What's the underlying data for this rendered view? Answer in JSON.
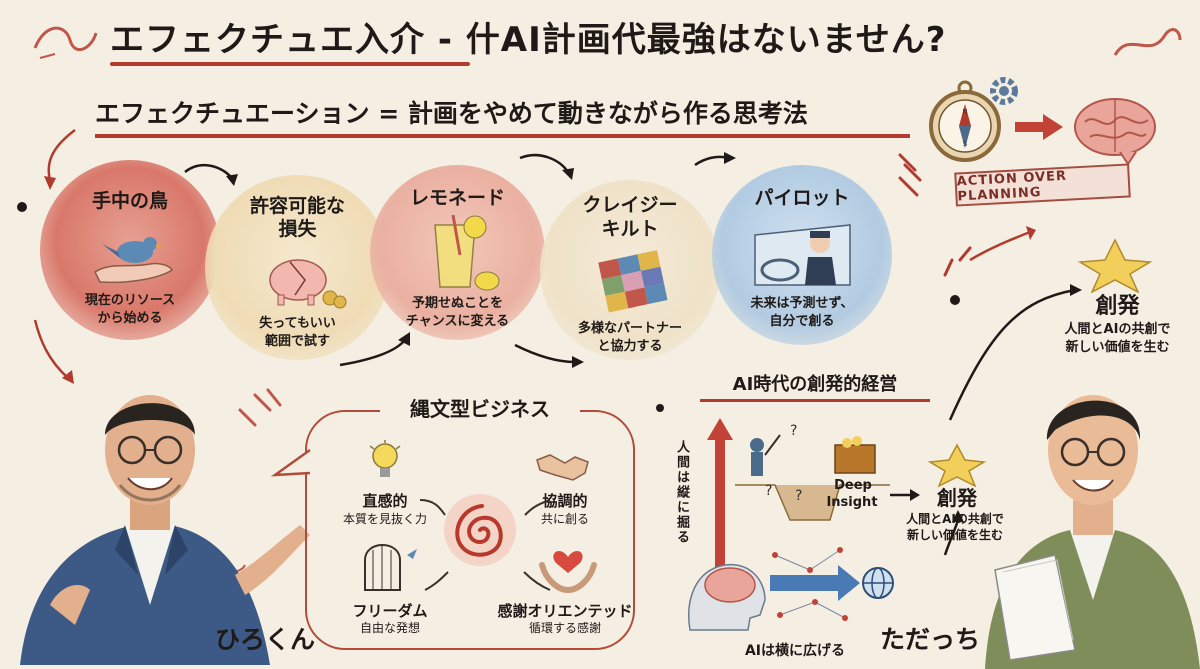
{
  "title": "エフェクチュエ入介 - 什AI計画代最強はないません?",
  "subtitle": "エフェクチュエーション = 計画をやめて動きながら作る思考法",
  "principles": [
    {
      "title": "手中の鳥",
      "desc1": "現在のリソース",
      "desc2": "から始める"
    },
    {
      "title1": "許容可能な",
      "title2": "損失",
      "desc1": "失ってもいい",
      "desc2": "範囲で試す"
    },
    {
      "title": "レモネード",
      "desc1": "予期せぬことを",
      "desc2": "チャンスに変える"
    },
    {
      "title1": "クレイジー",
      "title2": "キルト",
      "desc1": "多様なパートナー",
      "desc2": "と協力する"
    },
    {
      "title": "パイロット",
      "desc1": "未来は予測せず、",
      "desc2": "自分で創る"
    }
  ],
  "banner": "ACTION OVER PLANNING",
  "emergence_top": {
    "title": "創発",
    "desc1": "人間とAIの共創で",
    "desc2": "新しい価値を生む"
  },
  "jomon": {
    "title": "縄文型ビジネス",
    "items": [
      {
        "title": "直感的",
        "desc": "本質を見抜く力"
      },
      {
        "title": "協調的",
        "desc": "共に創る"
      },
      {
        "title": "フリーダム",
        "desc": "自由な発想"
      },
      {
        "title": "感謝オリエンテッド",
        "desc": "循環する感謝"
      }
    ]
  },
  "ai_era": {
    "title": "AI時代の創発的経営",
    "vertical": "人間は縦に掘る",
    "deep1": "Deep",
    "deep2": "Insight",
    "horizontal": "AIは横に広げる",
    "emergence": {
      "title": "創発",
      "desc1": "人間とAIの共創で",
      "desc2": "新しい価値を生む"
    }
  },
  "people": {
    "left": "ひろくん",
    "right": "ただっち"
  },
  "colors": {
    "accent": "#b23b2f",
    "red_wash": "#e29b8c",
    "pink_wash": "#f0c3b6",
    "blue_wash": "#b9d1e6",
    "cream_wash": "#f1e4c8",
    "green_wash": "#8fa16b",
    "paper": "#f5efe3"
  }
}
